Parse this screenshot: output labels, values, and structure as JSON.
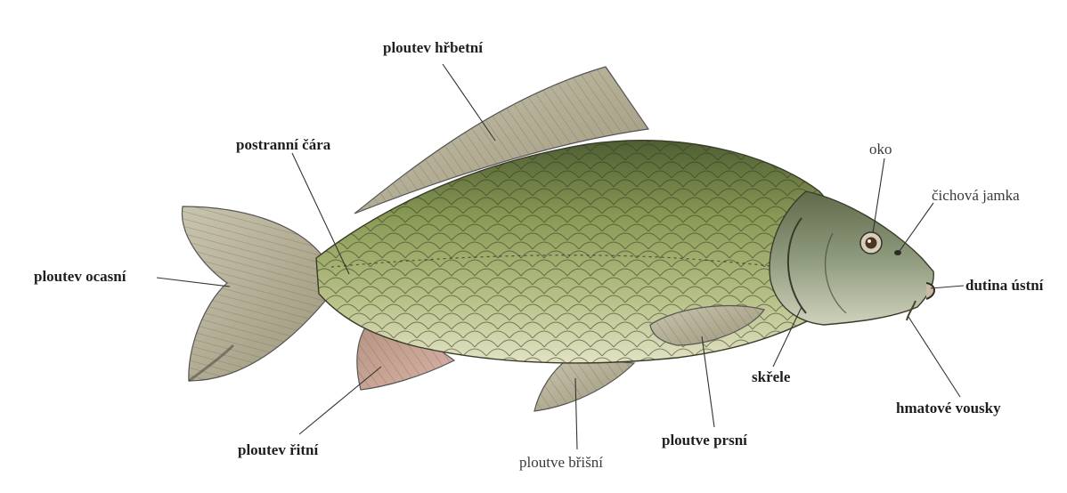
{
  "diagram": {
    "labels": {
      "dorsal_fin": "ploutev hřbetní",
      "lateral_line": "postranní čára",
      "eye": "oko",
      "nostril": "čichová jamka",
      "caudal_fin": "ploutev ocasní",
      "mouth": "dutina ústní",
      "gill_cover": "skřele",
      "barbels": "hmatové vousky",
      "anal_fin": "ploutev řitní",
      "pelvic_fins": "ploutve břišní",
      "pectoral_fins": "ploutve prsní"
    }
  },
  "colors": {
    "body": "#8f9e5c",
    "back": "#5b6a3c",
    "belly": "#d9dcb8",
    "head": "#7f8c6a",
    "fin": "#b8b09a",
    "fin_red": "#c99a8c",
    "leader_line": "#333333"
  }
}
